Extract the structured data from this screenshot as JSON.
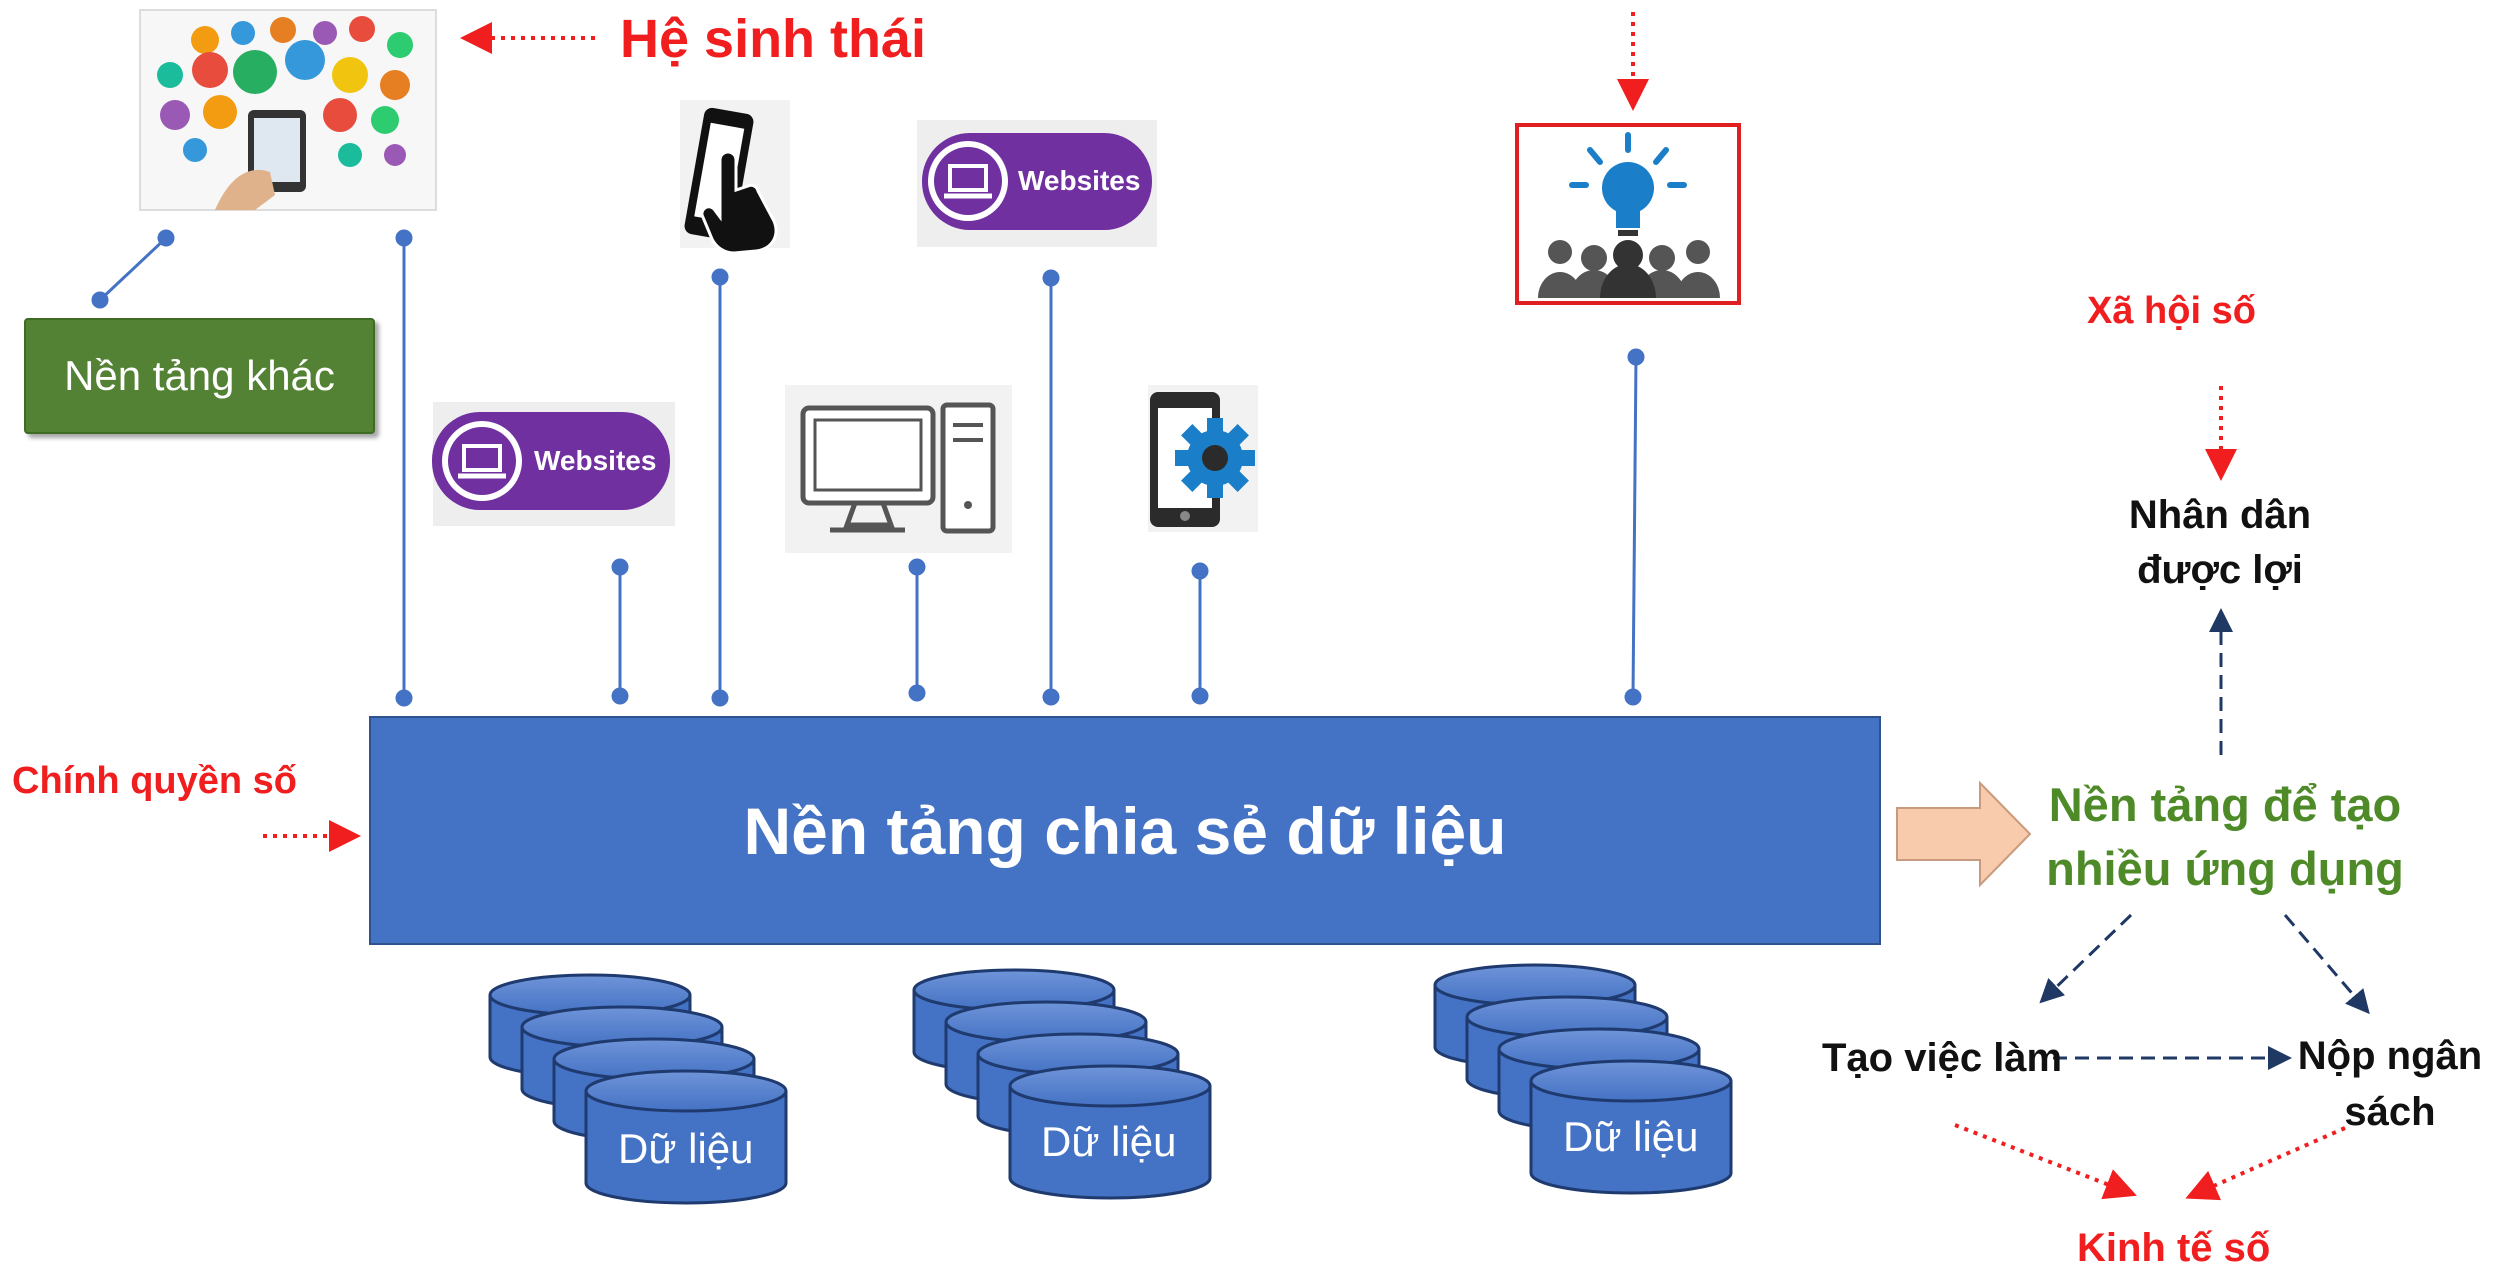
{
  "ecosystem_label": "Hệ sinh thái",
  "other_platforms_label": "Nền tảng khác",
  "websites_badge_top": "Websites",
  "websites_badge_left": "Websites",
  "data_sharing_platform": "Nền tảng chia sẻ dữ liệu",
  "digital_government": "Chính quyền số",
  "databases": [
    "Dữ liệu",
    "Dữ liệu",
    "Dữ liệu"
  ],
  "digital_society": "Xã hội số",
  "people_benefit": {
    "line1": "Nhân dân",
    "line2": "được lợi"
  },
  "multi_app_platform": {
    "line1": "Nền tảng để tạo",
    "line2": "nhiều ứng dụng"
  },
  "create_jobs": "Tạo việc làm",
  "budget": {
    "line1": "Nộp ngân",
    "line2": "sách"
  },
  "digital_economy": "Kinh tế số",
  "icons": [
    "apps-ecosystem-icon",
    "touch-phone-icon",
    "websites-icon",
    "desktop-computer-icon",
    "mobile-settings-icon",
    "idea-team-icon"
  ],
  "colors": {
    "platform_blue": "#4472c4",
    "label_red": "#f01e1e",
    "green_box": "#548235",
    "green_text": "#4e8a28",
    "arrow_peach": "#f8cbad",
    "websites_purple": "#7030a0",
    "dark_navy": "#1f3864"
  }
}
